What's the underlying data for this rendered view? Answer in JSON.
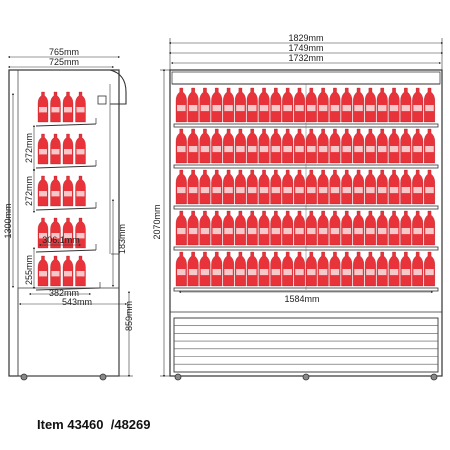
{
  "side_view": {
    "dims": {
      "outer_depth": "765mm",
      "cabinet_depth": "725mm",
      "display_height": "1300mm",
      "shelf_spacing": "272mm",
      "shelf_spacing_2": "272mm",
      "shelf_depth": "306.1mm",
      "base_shelf_height": "255mm",
      "upper_edge": "183mm",
      "base_shelf_depth": "382mm",
      "base_depth": "543mm",
      "deck_height": "859mm"
    }
  },
  "front_view": {
    "dims": {
      "overall_width": "1829mm",
      "width_2": "1749mm",
      "width_3": "1732mm",
      "overall_height": "2070mm",
      "shelf_width": "1584mm"
    }
  },
  "item": {
    "text": "Item 43460",
    "alt": "/48269"
  },
  "colors": {
    "bottle": "#e8333a",
    "line": "#333333"
  }
}
